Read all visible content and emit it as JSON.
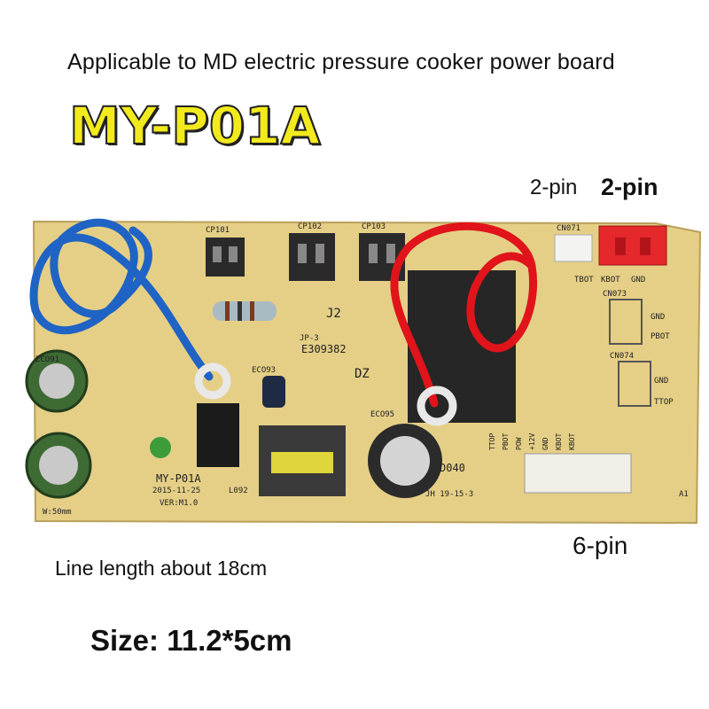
{
  "texts": {
    "subtitle": "Applicable to MD electric pressure cooker power board",
    "model": "MY-P01A",
    "pin_top_left": "2-pin",
    "pin_top_right": "2-pin",
    "pin_bottom": "6-pin",
    "line_length": "Line length about 18cm",
    "size": "Size: 11.2*5cm"
  },
  "board_silkscreen": {
    "cp101": "CP101",
    "cp102": "CP102",
    "cp103": "CP103",
    "j2": "J2",
    "jp": "JP-3",
    "cert": "E309382",
    "dz": "DZ",
    "eco91": "ECO91",
    "eco93": "ECO93",
    "eco95": "ECO95",
    "model": "MY-P01A",
    "date": "2015-11-25",
    "ver": "VER:M1.0",
    "l092": "L092",
    "d040": "D040",
    "code": "JH 19-15-3",
    "cn073": "CN073",
    "cn074": "CN074",
    "cn071": "CN071",
    "gnd": "GND",
    "pbot": "PBOT",
    "ttop": "TTOP",
    "tbot": "TBOT",
    "kbot": "KBOT",
    "pins6": [
      "TTOP",
      "PBOT",
      "POW",
      "+12V",
      "GND",
      "KBOT",
      "KBOT"
    ],
    "w50": "W:50mm",
    "a1": "A1"
  },
  "colors": {
    "board": "#e6d08a",
    "wire_blue": "#1f63c4",
    "wire_red": "#e0141a",
    "model_text": "#f2ea1c"
  }
}
